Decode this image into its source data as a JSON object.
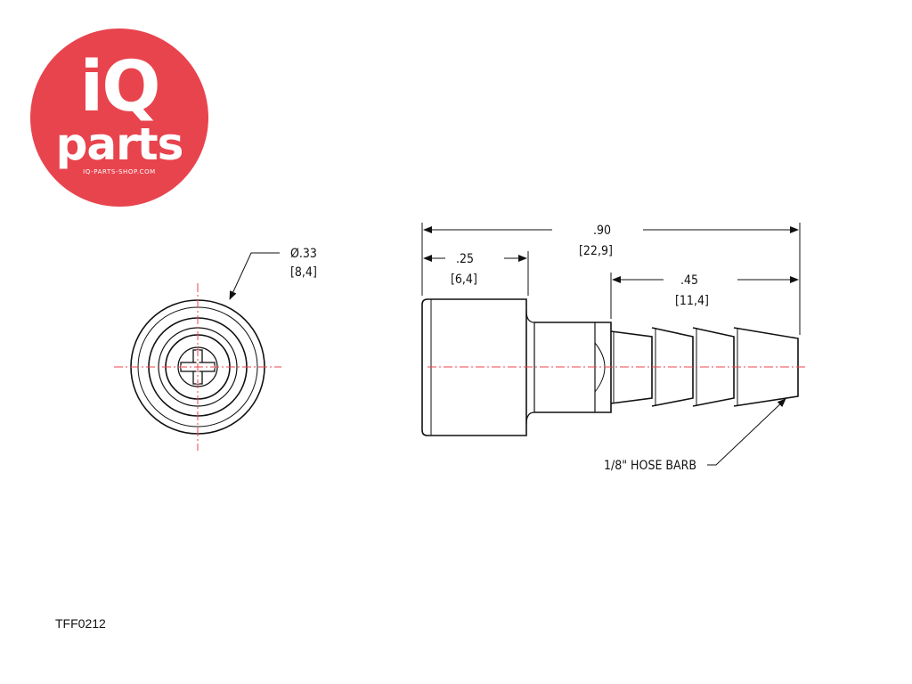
{
  "brand": {
    "name_top": "iQ",
    "name_bottom": "parts",
    "url": "IQ-PARTS-SHOP.COM",
    "color": "#e8444e"
  },
  "end_view": {
    "diameter_in": "Ø.33",
    "diameter_mm": "[8,4]"
  },
  "side_view": {
    "overall_length_in": ".90",
    "overall_length_mm": "[22,9]",
    "body_length_in": ".25",
    "body_length_mm": "[6,4]",
    "barb_length_in": ".45",
    "barb_length_mm": "[11,4]",
    "callout": "1/8\" HOSE BARB"
  },
  "part_number": "TFF0212",
  "colors": {
    "line": "#111111",
    "centerline": "#e8444e"
  }
}
